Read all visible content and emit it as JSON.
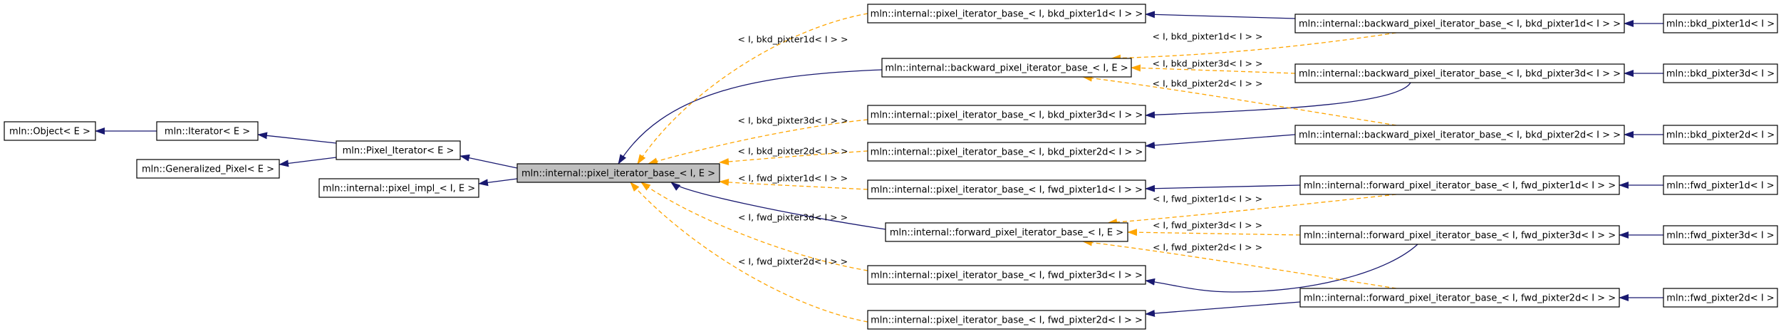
{
  "colors": {
    "solid_edge": "#191970",
    "dashed_edge": "#ffa500",
    "node_border": "#000000",
    "node_fill": "#ffffff",
    "current_node_fill": "#bfbfbf"
  },
  "nodes": [
    {
      "id": "object",
      "label": "mln::Object< E >"
    },
    {
      "id": "iterator",
      "label": "mln::Iterator< E >"
    },
    {
      "id": "generalized_pixel",
      "label": "mln::Generalized_Pixel< E >"
    },
    {
      "id": "pixel_iterator",
      "label": "mln::Pixel_Iterator< E >"
    },
    {
      "id": "pixel_impl",
      "label": "mln::internal::pixel_impl_< I, E >"
    },
    {
      "id": "pixel_iterator_base",
      "label": "mln::internal::pixel_iterator_base_< I, E >",
      "current": true
    },
    {
      "id": "pib_bkd1d",
      "label": "mln::internal::pixel_iterator_base_< I, bkd_pixter1d< I > >"
    },
    {
      "id": "backward_base",
      "label": "mln::internal::backward_pixel_iterator_base_< I, E >"
    },
    {
      "id": "pib_bkd3d",
      "label": "mln::internal::pixel_iterator_base_< I, bkd_pixter3d< I > >"
    },
    {
      "id": "pib_bkd2d",
      "label": "mln::internal::pixel_iterator_base_< I, bkd_pixter2d< I > >"
    },
    {
      "id": "pib_fwd1d",
      "label": "mln::internal::pixel_iterator_base_< I, fwd_pixter1d< I > >"
    },
    {
      "id": "forward_base",
      "label": "mln::internal::forward_pixel_iterator_base_< I, E >"
    },
    {
      "id": "pib_fwd3d",
      "label": "mln::internal::pixel_iterator_base_< I, fwd_pixter3d< I > >"
    },
    {
      "id": "pib_fwd2d",
      "label": "mln::internal::pixel_iterator_base_< I, fwd_pixter2d< I > >"
    },
    {
      "id": "bwb_bkd1d",
      "label": "mln::internal::backward_pixel_iterator_base_< I, bkd_pixter1d< I > >"
    },
    {
      "id": "bwb_bkd3d",
      "label": "mln::internal::backward_pixel_iterator_base_< I, bkd_pixter3d< I > >"
    },
    {
      "id": "bwb_bkd2d",
      "label": "mln::internal::backward_pixel_iterator_base_< I, bkd_pixter2d< I > >"
    },
    {
      "id": "fwb_fwd1d",
      "label": "mln::internal::forward_pixel_iterator_base_< I, fwd_pixter1d< I > >"
    },
    {
      "id": "fwb_fwd3d",
      "label": "mln::internal::forward_pixel_iterator_base_< I, fwd_pixter3d< I > >"
    },
    {
      "id": "fwb_fwd2d",
      "label": "mln::internal::forward_pixel_iterator_base_< I, fwd_pixter2d< I > >"
    },
    {
      "id": "bkd1d",
      "label": "mln::bkd_pixter1d< I >"
    },
    {
      "id": "bkd3d",
      "label": "mln::bkd_pixter3d< I >"
    },
    {
      "id": "bkd2d",
      "label": "mln::bkd_pixter2d< I >"
    },
    {
      "id": "fwd1d",
      "label": "mln::fwd_pixter1d< I >"
    },
    {
      "id": "fwd3d",
      "label": "mln::fwd_pixter3d< I >"
    },
    {
      "id": "fwd2d",
      "label": "mln::fwd_pixter2d< I >"
    }
  ],
  "edges": [
    {
      "from": "iterator",
      "to": "object",
      "style": "solid",
      "label": ""
    },
    {
      "from": "pixel_iterator",
      "to": "iterator",
      "style": "solid",
      "label": ""
    },
    {
      "from": "pixel_iterator",
      "to": "generalized_pixel",
      "style": "solid",
      "label": ""
    },
    {
      "from": "pixel_iterator_base",
      "to": "pixel_iterator",
      "style": "solid",
      "label": ""
    },
    {
      "from": "pixel_iterator_base",
      "to": "pixel_impl",
      "style": "solid",
      "label": ""
    },
    {
      "from": "backward_base",
      "to": "pixel_iterator_base",
      "style": "solid",
      "label": ""
    },
    {
      "from": "forward_base",
      "to": "pixel_iterator_base",
      "style": "solid",
      "label": ""
    },
    {
      "from": "pib_bkd1d",
      "to": "pixel_iterator_base",
      "style": "dashed",
      "label": "< I, bkd_pixter1d< I > >"
    },
    {
      "from": "pib_bkd3d",
      "to": "pixel_iterator_base",
      "style": "dashed",
      "label": "< I, bkd_pixter3d< I > >"
    },
    {
      "from": "pib_bkd2d",
      "to": "pixel_iterator_base",
      "style": "dashed",
      "label": "< I, bkd_pixter2d< I > >"
    },
    {
      "from": "pib_fwd1d",
      "to": "pixel_iterator_base",
      "style": "dashed",
      "label": "< I, fwd_pixter1d< I > >"
    },
    {
      "from": "pib_fwd3d",
      "to": "pixel_iterator_base",
      "style": "dashed",
      "label": "< I, fwd_pixter3d< I > >"
    },
    {
      "from": "pib_fwd2d",
      "to": "pixel_iterator_base",
      "style": "dashed",
      "label": "< I, fwd_pixter2d< I > >"
    },
    {
      "from": "bwb_bkd1d",
      "to": "pib_bkd1d",
      "style": "solid",
      "label": ""
    },
    {
      "from": "bwb_bkd3d",
      "to": "pib_bkd3d",
      "style": "solid",
      "label": ""
    },
    {
      "from": "bwb_bkd2d",
      "to": "pib_bkd2d",
      "style": "solid",
      "label": ""
    },
    {
      "from": "bwb_bkd1d",
      "to": "backward_base",
      "style": "dashed",
      "label": "< I, bkd_pixter1d< I > >"
    },
    {
      "from": "bwb_bkd3d",
      "to": "backward_base",
      "style": "dashed",
      "label": "< I, bkd_pixter3d< I > >"
    },
    {
      "from": "bwb_bkd2d",
      "to": "backward_base",
      "style": "dashed",
      "label": "< I, bkd_pixter2d< I > >"
    },
    {
      "from": "fwb_fwd1d",
      "to": "pib_fwd1d",
      "style": "solid",
      "label": ""
    },
    {
      "from": "fwb_fwd3d",
      "to": "pib_fwd3d",
      "style": "solid",
      "label": ""
    },
    {
      "from": "fwb_fwd2d",
      "to": "pib_fwd2d",
      "style": "solid",
      "label": ""
    },
    {
      "from": "fwb_fwd1d",
      "to": "forward_base",
      "style": "dashed",
      "label": "< I, fwd_pixter1d< I > >"
    },
    {
      "from": "fwb_fwd3d",
      "to": "forward_base",
      "style": "dashed",
      "label": "< I, fwd_pixter3d< I > >"
    },
    {
      "from": "fwb_fwd2d",
      "to": "forward_base",
      "style": "dashed",
      "label": "< I, fwd_pixter2d< I > >"
    },
    {
      "from": "bkd1d",
      "to": "bwb_bkd1d",
      "style": "solid",
      "label": ""
    },
    {
      "from": "bkd3d",
      "to": "bwb_bkd3d",
      "style": "solid",
      "label": ""
    },
    {
      "from": "bkd2d",
      "to": "bwb_bkd2d",
      "style": "solid",
      "label": ""
    },
    {
      "from": "fwd1d",
      "to": "fwb_fwd1d",
      "style": "solid",
      "label": ""
    },
    {
      "from": "fwd3d",
      "to": "fwb_fwd3d",
      "style": "solid",
      "label": ""
    },
    {
      "from": "fwd2d",
      "to": "fwb_fwd2d",
      "style": "solid",
      "label": ""
    }
  ]
}
